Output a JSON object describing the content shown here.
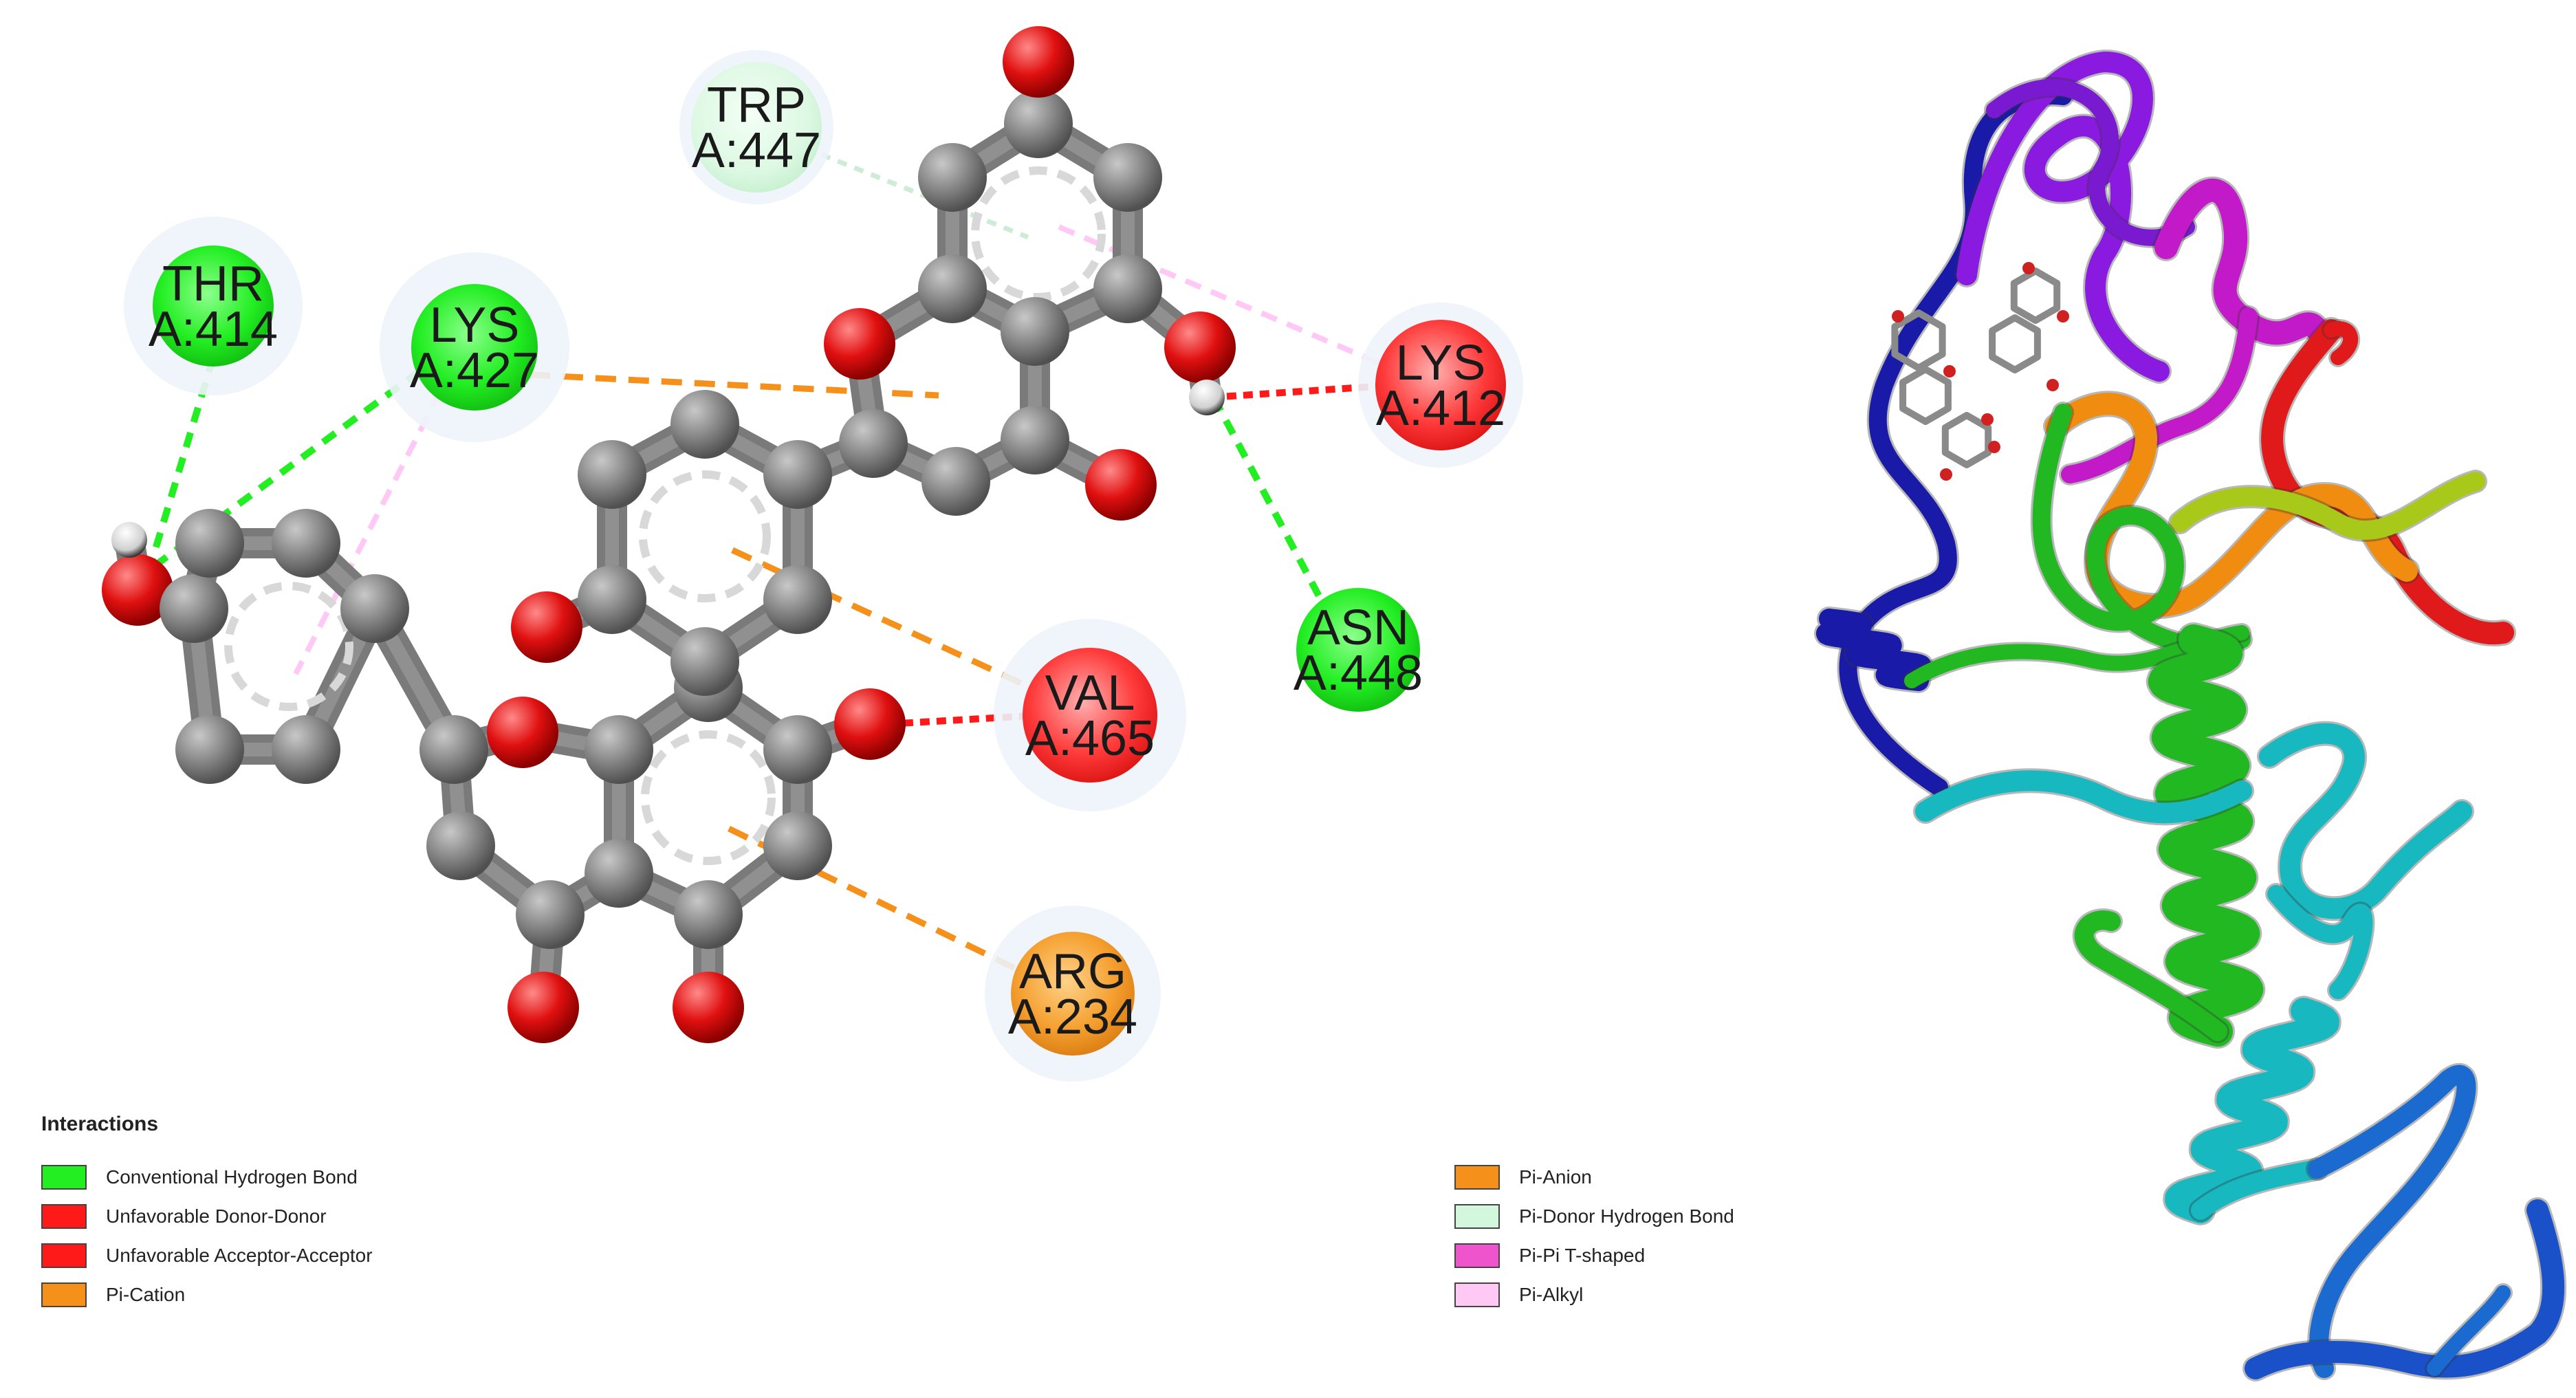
{
  "colors": {
    "conventional_hbond": "#22ee22",
    "unfavorable": "#ff1a1a",
    "pi_cation": "#f5901a",
    "pi_anion": "#f5901a",
    "pi_donor_hbond": "#d2f7dc",
    "pi_pi_tshaped": "#ee55cc",
    "pi_alkyl": "#ffc8f5",
    "atom_carbon": "#808080",
    "atom_oxygen": "#e01010",
    "atom_hydrogen": "#ffffff"
  },
  "residues": [
    {
      "name": "THR",
      "chain_id": "A:414",
      "type": "conventional_hbond"
    },
    {
      "name": "LYS",
      "chain_id": "A:427",
      "type": "conventional_hbond"
    },
    {
      "name": "TRP",
      "chain_id": "A:447",
      "type": "pi_donor_hbond"
    },
    {
      "name": "LYS",
      "chain_id": "A:412",
      "type": "unfavorable"
    },
    {
      "name": "ASN",
      "chain_id": "A:448",
      "type": "conventional_hbond"
    },
    {
      "name": "VAL",
      "chain_id": "A:465",
      "type": "unfavorable"
    },
    {
      "name": "ARG",
      "chain_id": "A:234",
      "type": "pi_cation"
    }
  ],
  "legend": {
    "title": "Interactions",
    "left_items": [
      {
        "label": "Conventional Hydrogen Bond",
        "color": "#22ee22"
      },
      {
        "label": "Unfavorable Donor-Donor",
        "color": "#ff1a1a"
      },
      {
        "label": "Unfavorable Acceptor-Acceptor",
        "color": "#ff1a1a"
      },
      {
        "label": "Pi-Cation",
        "color": "#f5901a"
      }
    ],
    "right_items": [
      {
        "label": "Pi-Anion",
        "color": "#f5901a"
      },
      {
        "label": "Pi-Donor Hydrogen Bond",
        "color": "#d2f7dc"
      },
      {
        "label": "Pi-Pi T-shaped",
        "color": "#ee55cc"
      },
      {
        "label": "Pi-Alkyl",
        "color": "#ffc8f5"
      }
    ]
  },
  "ribbon_colors": [
    "#1a1aa8",
    "#8a1ae0",
    "#c21ac8",
    "#e01a1a",
    "#f08c10",
    "#a8c81a",
    "#22b822",
    "#18b8c0",
    "#1a6ad0"
  ]
}
